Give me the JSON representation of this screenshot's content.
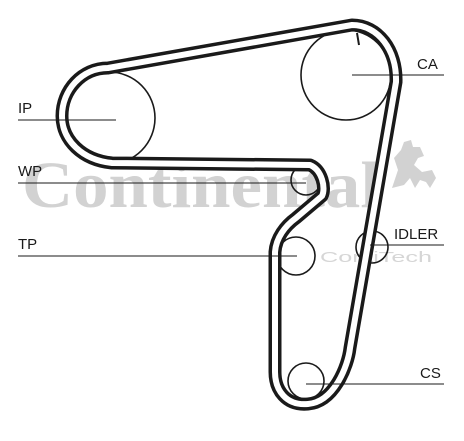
{
  "watermark": {
    "brand": "Continental",
    "sub_brand": "ContiTech",
    "logo_icon": "horse-icon"
  },
  "labels": {
    "ca": "CA",
    "ip": "IP",
    "wp": "WP",
    "tp": "TP",
    "idler": "IDLER",
    "cs": "CS"
  },
  "colors": {
    "belt": "#1a1a1a",
    "watermark": "#d2d2d2",
    "background": "#ffffff"
  }
}
